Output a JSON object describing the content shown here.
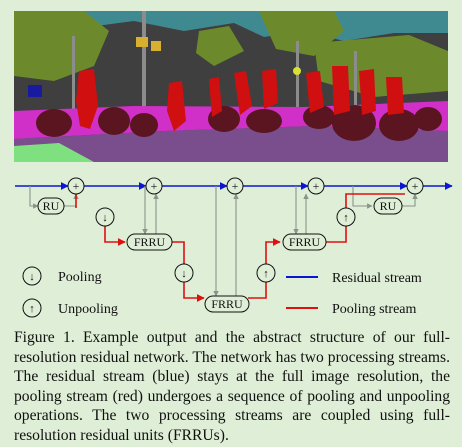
{
  "figure": {
    "caption": "Figure 1. Example output and the abstract structure of our full-resolution residual network. The network has two processing streams. The residual stream (blue) stays at the full image resolution, the pooling stream (red) undergoes a sequence of pooling and unpooling operations. The two processing streams are coupled using full-resolution residual units (FRRUs)."
  },
  "diagram": {
    "ru_label": "RU",
    "frru_label": "FRRU",
    "plus_symbol": "+",
    "pool_symbol": "↓",
    "unpool_symbol": "↑",
    "legend": {
      "pooling": "Pooling",
      "unpooling": "Unpooling",
      "residual_stream": "Residual stream",
      "pooling_stream": "Pooling stream"
    },
    "colors": {
      "residual": "#0b17cf",
      "pooling": "#e01010",
      "connector": "#8a948a",
      "background": "#dfeed6"
    }
  },
  "segmentation_colors": {
    "sky": "#3f8a90",
    "vegetation": "#6c8a2c",
    "building": "#3f3f3f",
    "pole": "#8c8c8c",
    "sign": "#d8b030",
    "person": "#d01010",
    "vehicle": "#5a1520",
    "sidewalk": "#d030c8",
    "road": "#7a4e8c",
    "terrain": "#7ee07e"
  }
}
